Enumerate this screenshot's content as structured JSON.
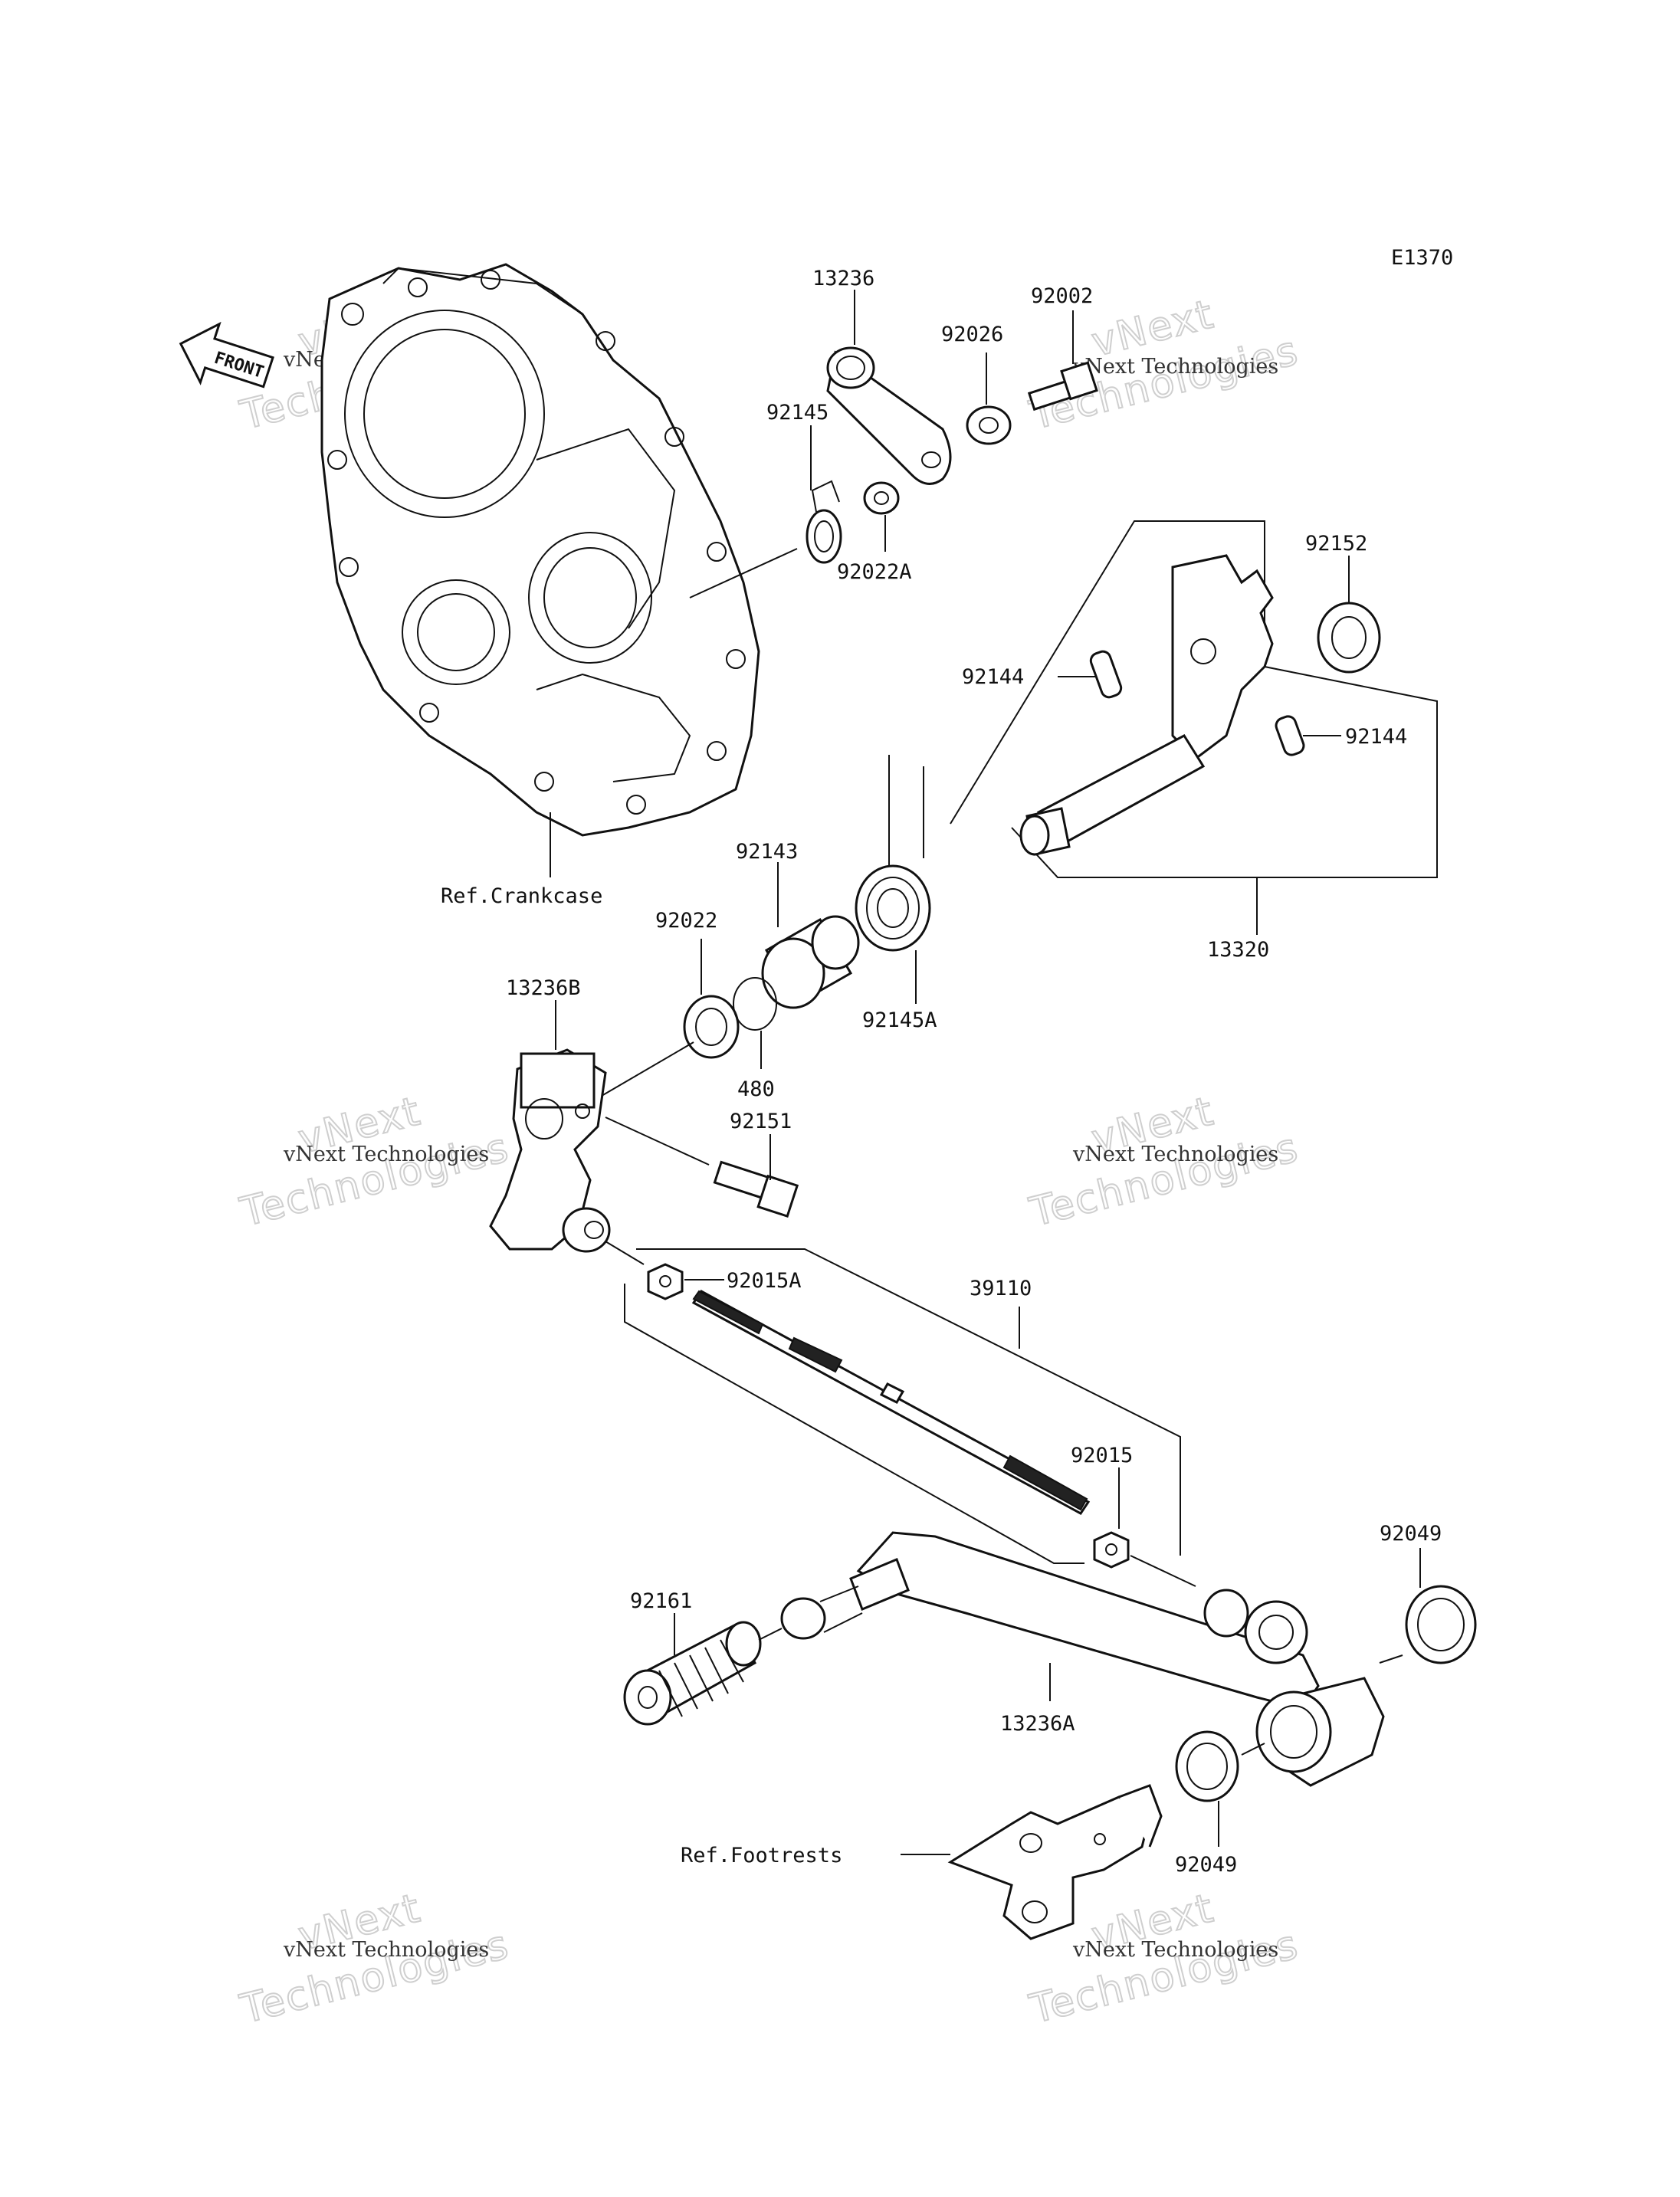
{
  "diagram_code": "E1370",
  "front_badge": "FRONT",
  "watermark": {
    "line1": "vNext",
    "line2": "Technologies",
    "caption": "vNext Technologies"
  },
  "labels": {
    "p13236": "13236",
    "p92002": "92002",
    "p92026": "92026",
    "p92145": "92145",
    "p92022A": "92022A",
    "p92152": "92152",
    "p92144a": "92144",
    "p92144b": "92144",
    "p92143": "92143",
    "p92022": "92022",
    "p13236B": "13236B",
    "p480": "480",
    "p92145A": "92145A",
    "p13320": "13320",
    "p92151": "92151",
    "p92015A": "92015A",
    "p39110": "39110",
    "p92015": "92015",
    "p92049a": "92049",
    "p92161": "92161",
    "p13236A": "13236A",
    "p92049b": "92049",
    "ref_crankcase": "Ref.Crankcase",
    "ref_footrests": "Ref.Footrests"
  }
}
